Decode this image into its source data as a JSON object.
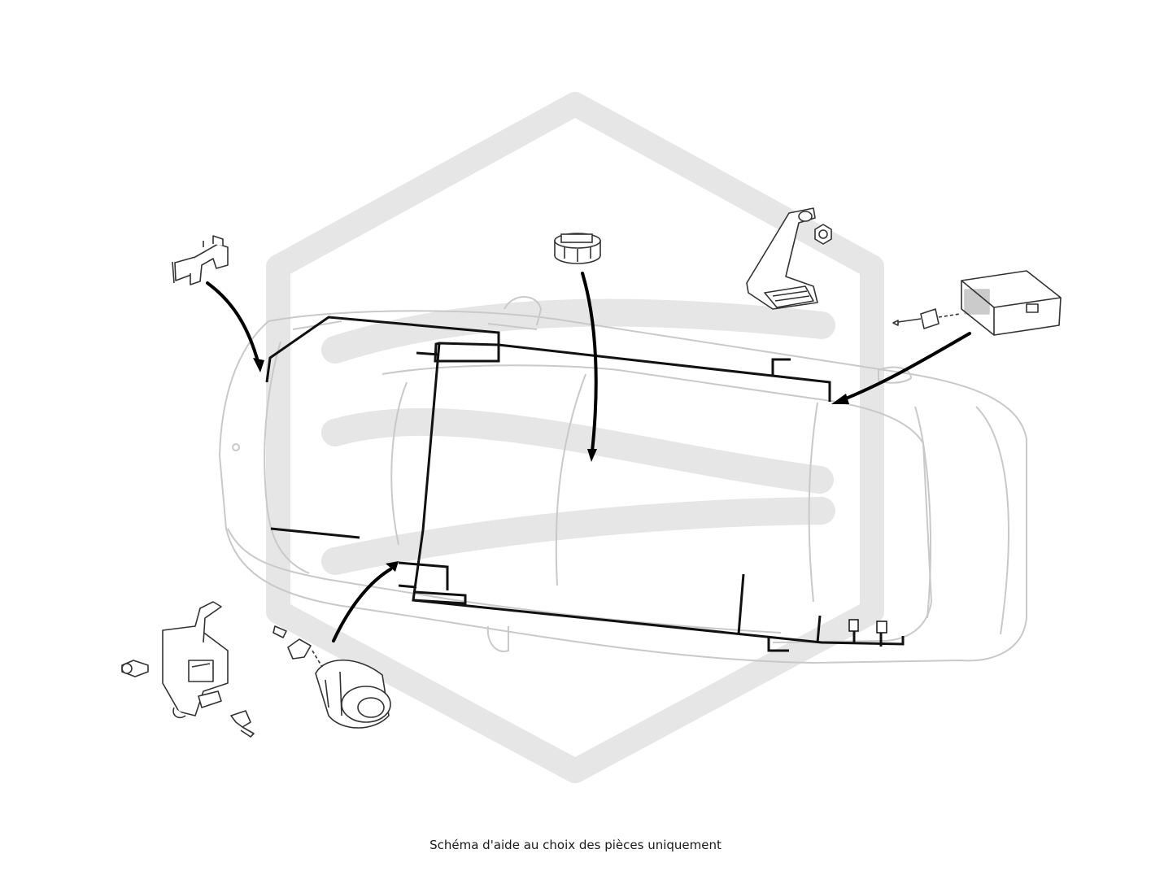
{
  "caption": "Schéma d'aide au choix des pièces uniquement",
  "colors": {
    "background": "#ffffff",
    "watermark": "#e6e6e6",
    "car_outline": "#c9c9c9",
    "wiring": "#111111",
    "parts": "#333333"
  },
  "parts": [
    {
      "id": "clip-connector",
      "icon": "connector-clip-icon"
    },
    {
      "id": "parking-sensor-top",
      "icon": "sensor-icon"
    },
    {
      "id": "mounting-bracket-nut",
      "icon": "bracket-icon"
    },
    {
      "id": "control-module",
      "icon": "module-box-icon"
    },
    {
      "id": "sensor-bracket-screws",
      "icon": "bracket-icon"
    },
    {
      "id": "parking-sensor-round",
      "icon": "sensor-icon"
    }
  ]
}
